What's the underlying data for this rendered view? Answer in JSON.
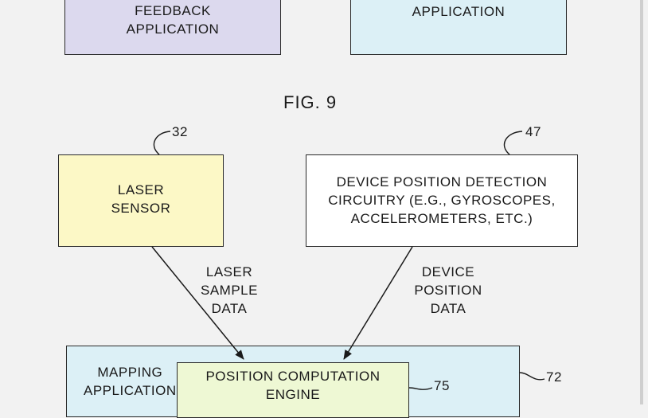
{
  "figure": {
    "caption": "FIG. 9"
  },
  "top_boxes": {
    "left": {
      "text": "FEEDBACK\nAPPLICATION",
      "color": "#dcd9ee"
    },
    "right": {
      "text": "APPLICATION",
      "color": "#dcf0f6"
    }
  },
  "laser_sensor": {
    "text": "LASER\nSENSOR",
    "ref": "32",
    "color": "#fcf8c6"
  },
  "position_detection": {
    "text": "DEVICE POSITION DETECTION\nCIRCUITRY (E.G., GYROSCOPES,\nACCELEROMETERS, ETC.)",
    "ref": "47",
    "color": "#ffffff"
  },
  "arrows": {
    "laser_sample": "LASER\nSAMPLE\nDATA",
    "device_position": "DEVICE\nPOSITION\nDATA"
  },
  "mapping_application": {
    "text": "MAPPING\nAPPLICATION",
    "ref": "72",
    "color": "#dcf0f6"
  },
  "position_engine": {
    "text": "POSITION COMPUTATION\nENGINE",
    "ref": "75",
    "color": "#eef8d4"
  }
}
